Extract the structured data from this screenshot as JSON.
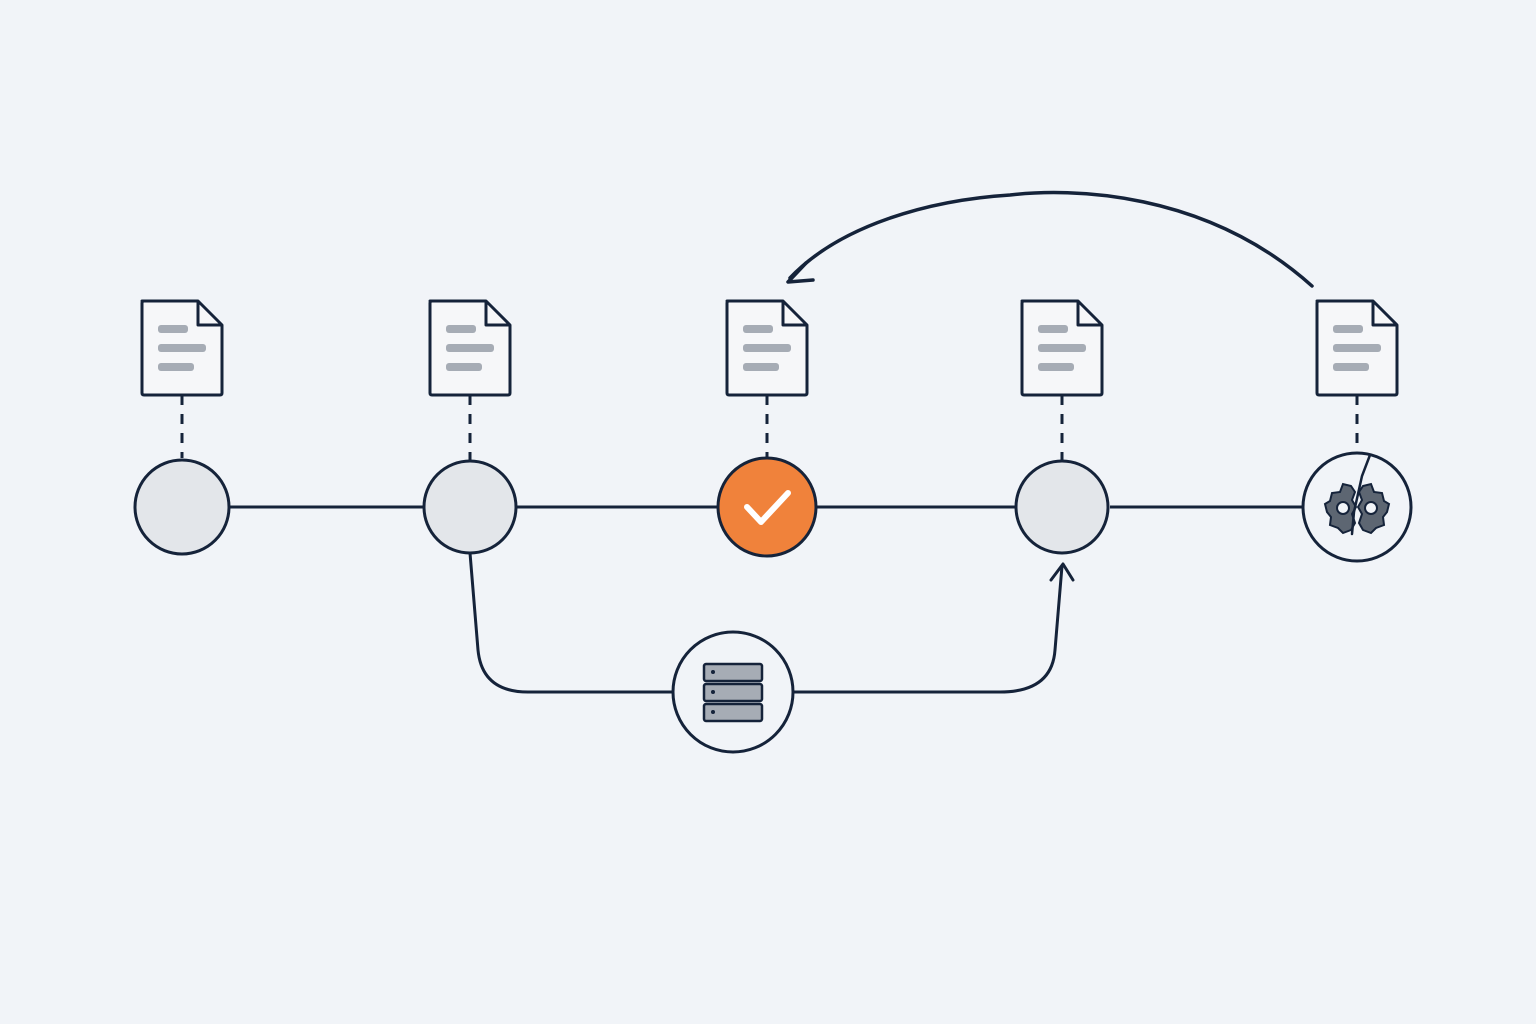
{
  "colors": {
    "background": "#f1f4f8",
    "stroke": "#15233a",
    "node_fill": "#e3e6ea",
    "accent": "#f0823b",
    "doc_fill": "#f6f7f9",
    "doc_lines": "#a6acb5",
    "icon_gray": "#5d6672"
  },
  "nodes": [
    {
      "id": "n1",
      "state": "pending",
      "icon": null
    },
    {
      "id": "n2",
      "state": "pending",
      "icon": null
    },
    {
      "id": "n3",
      "state": "active",
      "icon": "checkmark-icon"
    },
    {
      "id": "n4",
      "state": "pending",
      "icon": null
    },
    {
      "id": "n5",
      "state": "broken",
      "icon": "broken-gear-icon"
    }
  ],
  "documents": [
    {
      "attached_to": "n1",
      "icon": "document-icon"
    },
    {
      "attached_to": "n2",
      "icon": "document-icon"
    },
    {
      "attached_to": "n3",
      "icon": "document-icon"
    },
    {
      "attached_to": "n4",
      "icon": "document-icon"
    },
    {
      "attached_to": "n5",
      "icon": "document-icon"
    }
  ],
  "links": [
    {
      "from": "n1",
      "to": "n2",
      "style": "solid"
    },
    {
      "from": "n2",
      "to": "n3",
      "style": "solid"
    },
    {
      "from": "n3",
      "to": "n4",
      "style": "solid"
    },
    {
      "from": "n4",
      "to": "n5",
      "style": "solid"
    },
    {
      "from": "n5",
      "to": "n3",
      "style": "arrow",
      "kind": "revert"
    },
    {
      "from": "n2",
      "to": "n4",
      "style": "arrow",
      "via": "storage",
      "kind": "detour"
    }
  ],
  "storage_node": {
    "icon": "server-stack-icon"
  }
}
